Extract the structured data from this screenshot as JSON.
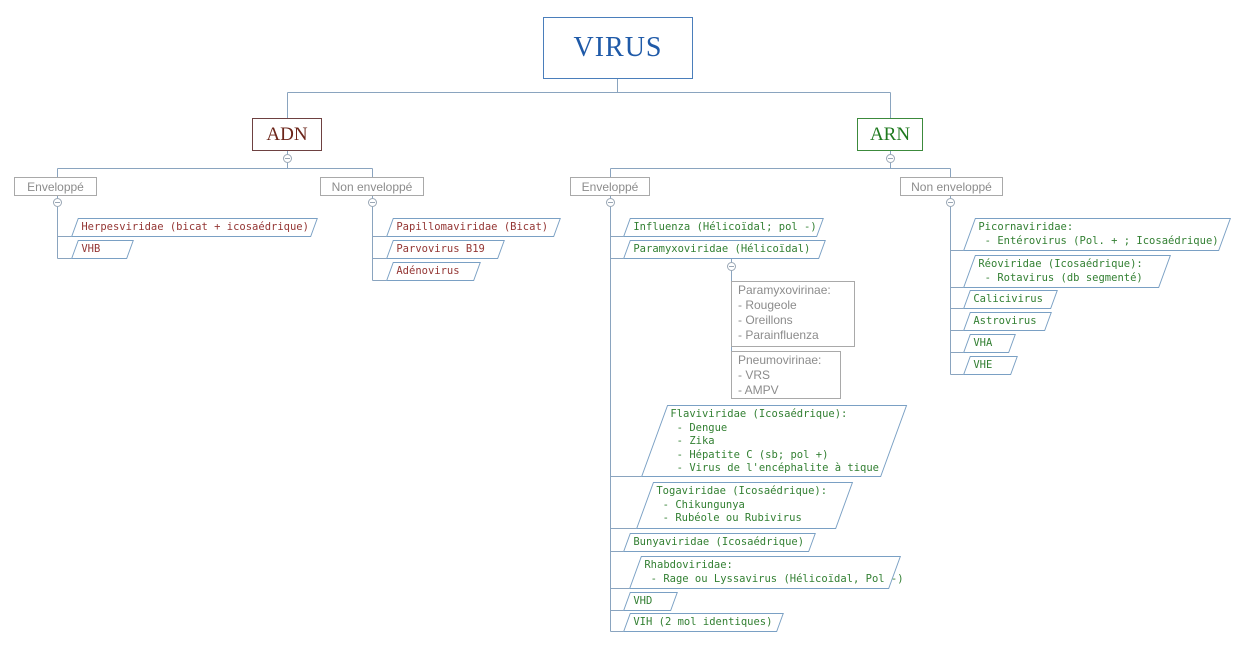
{
  "colors": {
    "root_text": "#1f5aa8",
    "root_border": "#4a7ebb",
    "adn_text": "#6b2419",
    "adn_border": "#6e4141",
    "arn_text": "#1f7a1f",
    "arn_border": "#3c8a3c",
    "leaf_border": "#7aa0c4",
    "adn_leaf_text": "#943634",
    "arn_leaf_text": "#338033",
    "gray_text": "#8c8c8c",
    "gray_border": "#a9a9a9",
    "line": "#8aa4bf"
  },
  "root": {
    "label": "VIRUS"
  },
  "adn": {
    "label": "ADN",
    "enveloppe": {
      "label": "Enveloppé",
      "items": [
        {
          "label": "Herpesviridae (bicat + icosaédrique)"
        },
        {
          "label": "VHB"
        }
      ]
    },
    "non_enveloppe": {
      "label": "Non enveloppé",
      "items": [
        {
          "label": "Papillomaviridae (Bicat)"
        },
        {
          "label": "Parvovirus B19"
        },
        {
          "label": "Adénovirus"
        }
      ]
    }
  },
  "arn": {
    "label": "ARN",
    "enveloppe": {
      "label": "Enveloppé",
      "items": [
        {
          "label": "Influenza (Hélicoïdal; pol -)"
        },
        {
          "label": "Paramyxoviridae (Hélicoïdal)"
        },
        {
          "label": "Flaviviridae (Icosaédrique):\n - Dengue\n - Zika\n - Hépatite C (sb; pol +)\n - Virus de l'encéphalite à tique"
        },
        {
          "label": "Togaviridae (Icosaédrique):\n - Chikungunya\n - Rubéole ou Rubivirus"
        },
        {
          "label": "Bunyaviridae (Icosaédrique)"
        },
        {
          "label": "Rhabdoviridae:\n - Rage ou Lyssavirus (Hélicoïdal, Pol -)"
        },
        {
          "label": "VHD"
        },
        {
          "label": "VIH (2 mol identiques)"
        }
      ],
      "paramyxo_notes": [
        {
          "label": "Paramyxovirinae:\n- Rougeole\n- Oreillons\n- Parainfluenza"
        },
        {
          "label": "Pneumovirinae:\n- VRS\n- AMPV"
        }
      ]
    },
    "non_enveloppe": {
      "label": "Non enveloppé",
      "items": [
        {
          "label": "Picornaviridae:\n - Entérovirus (Pol. + ; Icosaédrique)"
        },
        {
          "label": "Réoviridae (Icosaédrique):\n - Rotavirus (db segmenté)"
        },
        {
          "label": "Calicivirus"
        },
        {
          "label": "Astrovirus"
        },
        {
          "label": "VHA"
        },
        {
          "label": "VHE"
        }
      ]
    }
  }
}
